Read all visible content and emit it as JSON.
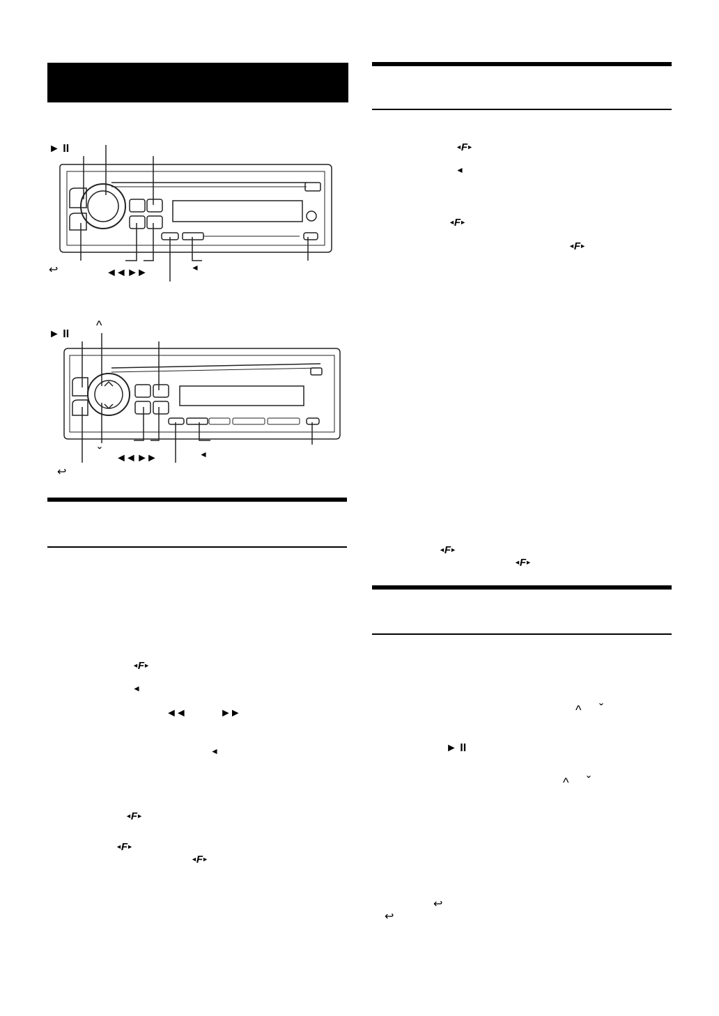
{
  "page": {
    "title_bar": "",
    "colors": {
      "ink": "#000000",
      "paper": "#ffffff",
      "panel_line": "#333333"
    }
  },
  "diagram_top": {
    "label_play_pause": "► II",
    "label_back": "↩",
    "label_skip": "◄◄ ►►",
    "label_left": "◄"
  },
  "diagram_bottom": {
    "label_play_pause": "► II",
    "label_up": "^",
    "label_down": "ˇ",
    "label_back": "↩",
    "label_skip": "◄◄ ►►",
    "label_left": "◄"
  },
  "glyphs": {
    "f_key": "F",
    "left_arrow": "◄",
    "prev": "◄◄",
    "next": "►►",
    "play_pause": "► II",
    "up": "^",
    "down": "ˇ",
    "back": "↩"
  },
  "icons": [
    "play-pause-icon",
    "back-icon",
    "prev-track-icon",
    "next-track-icon",
    "left-arrow-icon",
    "up-icon",
    "down-icon",
    "function-key-icon"
  ]
}
